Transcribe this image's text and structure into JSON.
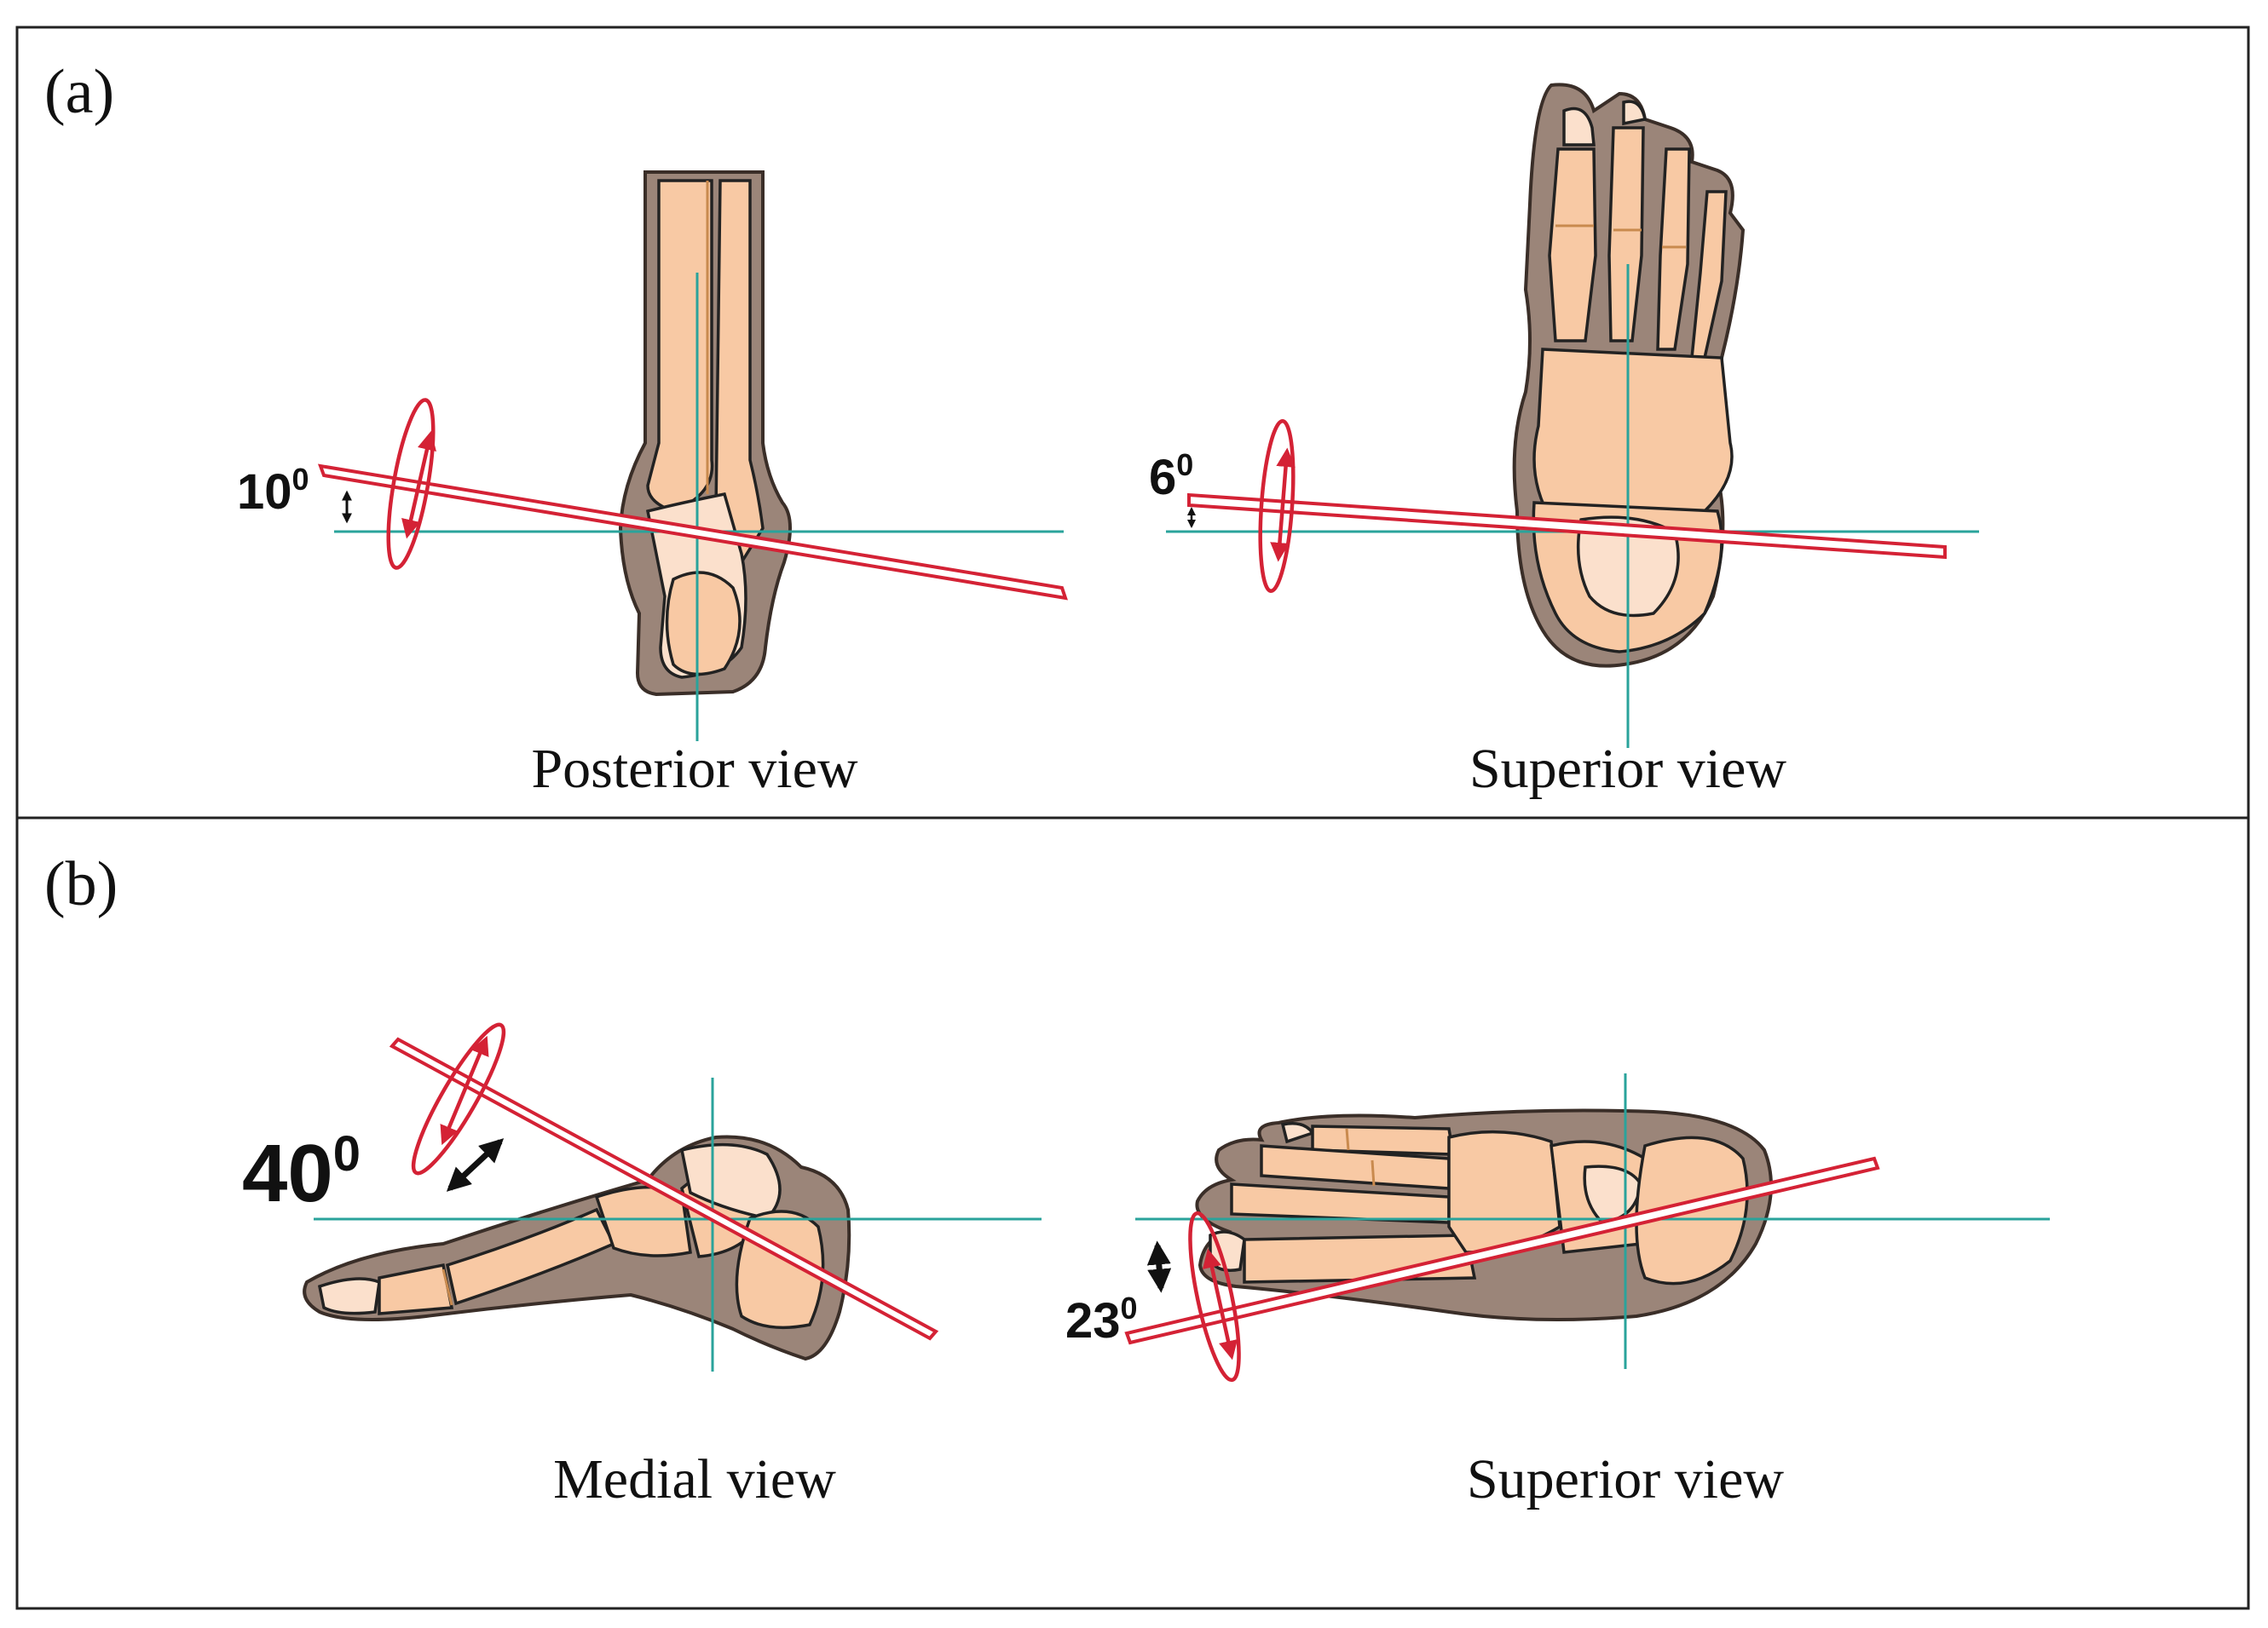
{
  "panels": [
    {
      "label": "(a)",
      "views": [
        {
          "caption": "Posterior view",
          "angle_value": "10",
          "angle_sup": "0",
          "tilt_deg": 10
        },
        {
          "caption": "Superior view",
          "angle_value": "6",
          "angle_sup": "0",
          "tilt_deg": 6
        }
      ]
    },
    {
      "label": "(b)",
      "views": [
        {
          "caption": "Medial view",
          "angle_value": "40",
          "angle_sup": "0",
          "tilt_deg": 40
        },
        {
          "caption": "Superior view",
          "angle_value": "23",
          "angle_sup": "0",
          "tilt_deg": 23
        }
      ]
    }
  ],
  "colors": {
    "frame": "#222222",
    "axis": "#2aa39b",
    "rotation_axis": "#d42235",
    "bone": "#f8c9a4",
    "soft_tissue": "#9b8579"
  },
  "icons": {
    "rotation_arrow": "red-elliptical-rotation-arrow",
    "angle_arrow": "black-double-headed-arrow"
  }
}
